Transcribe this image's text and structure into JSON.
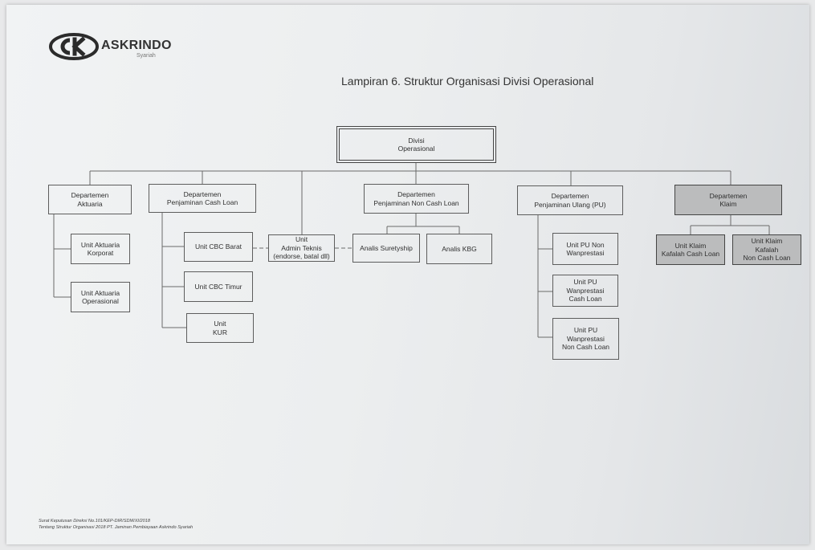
{
  "header": {
    "logo_text": "ASKRINDO",
    "logo_subtext": "Syariah",
    "title": "Lampiran 6. Struktur Organisasi Divisi Operasional"
  },
  "org": {
    "division": "Divisi\nOperasional",
    "departments": {
      "aktuaria": "Departemen\nAktuaria",
      "cash_loan": "Departemen\nPenjaminan Cash Loan",
      "non_cash_loan": "Departemen\nPenjaminan Non Cash Loan",
      "ulang": "Departemen\nPenjaminan Ulang (PU)",
      "klaim": "Departemen\nKlaim"
    },
    "units": {
      "aktuaria_korporat": "Unit Aktuaria\nKorporat",
      "aktuaria_operasional": "Unit Aktuaria\nOperasional",
      "cbc_barat": "Unit CBC Barat",
      "cbc_timur": "Unit CBC Timur",
      "kur": "Unit\nKUR",
      "admin_teknis": "Unit\nAdmin Teknis\n(endorse, batal dll)",
      "analis_suretyship": "Analis Suretyship",
      "analis_kbg": "Analis KBG",
      "pu_non_wanprestasi": "Unit PU Non\nWanprestasi",
      "pu_wanprestasi_cash": "Unit PU\nWanprestasi\nCash Loan",
      "pu_wanprestasi_non_cash": "Unit PU\nWanprestasi\nNon Cash Loan",
      "klaim_kafalah_cash": "Unit Klaim\nKafalah Cash Loan",
      "klaim_kafalah_non_cash": "Unit Klaim\nKafalah\nNon Cash Loan"
    }
  },
  "footer": {
    "line1": "Surat Keputusan Direksi No.101/KEP-DIR/SDM/XI/2018",
    "line2": "Tentang Struktur Organisasi 2018 PT. Jaminan Pembiayaan Askrindo Syariah"
  }
}
